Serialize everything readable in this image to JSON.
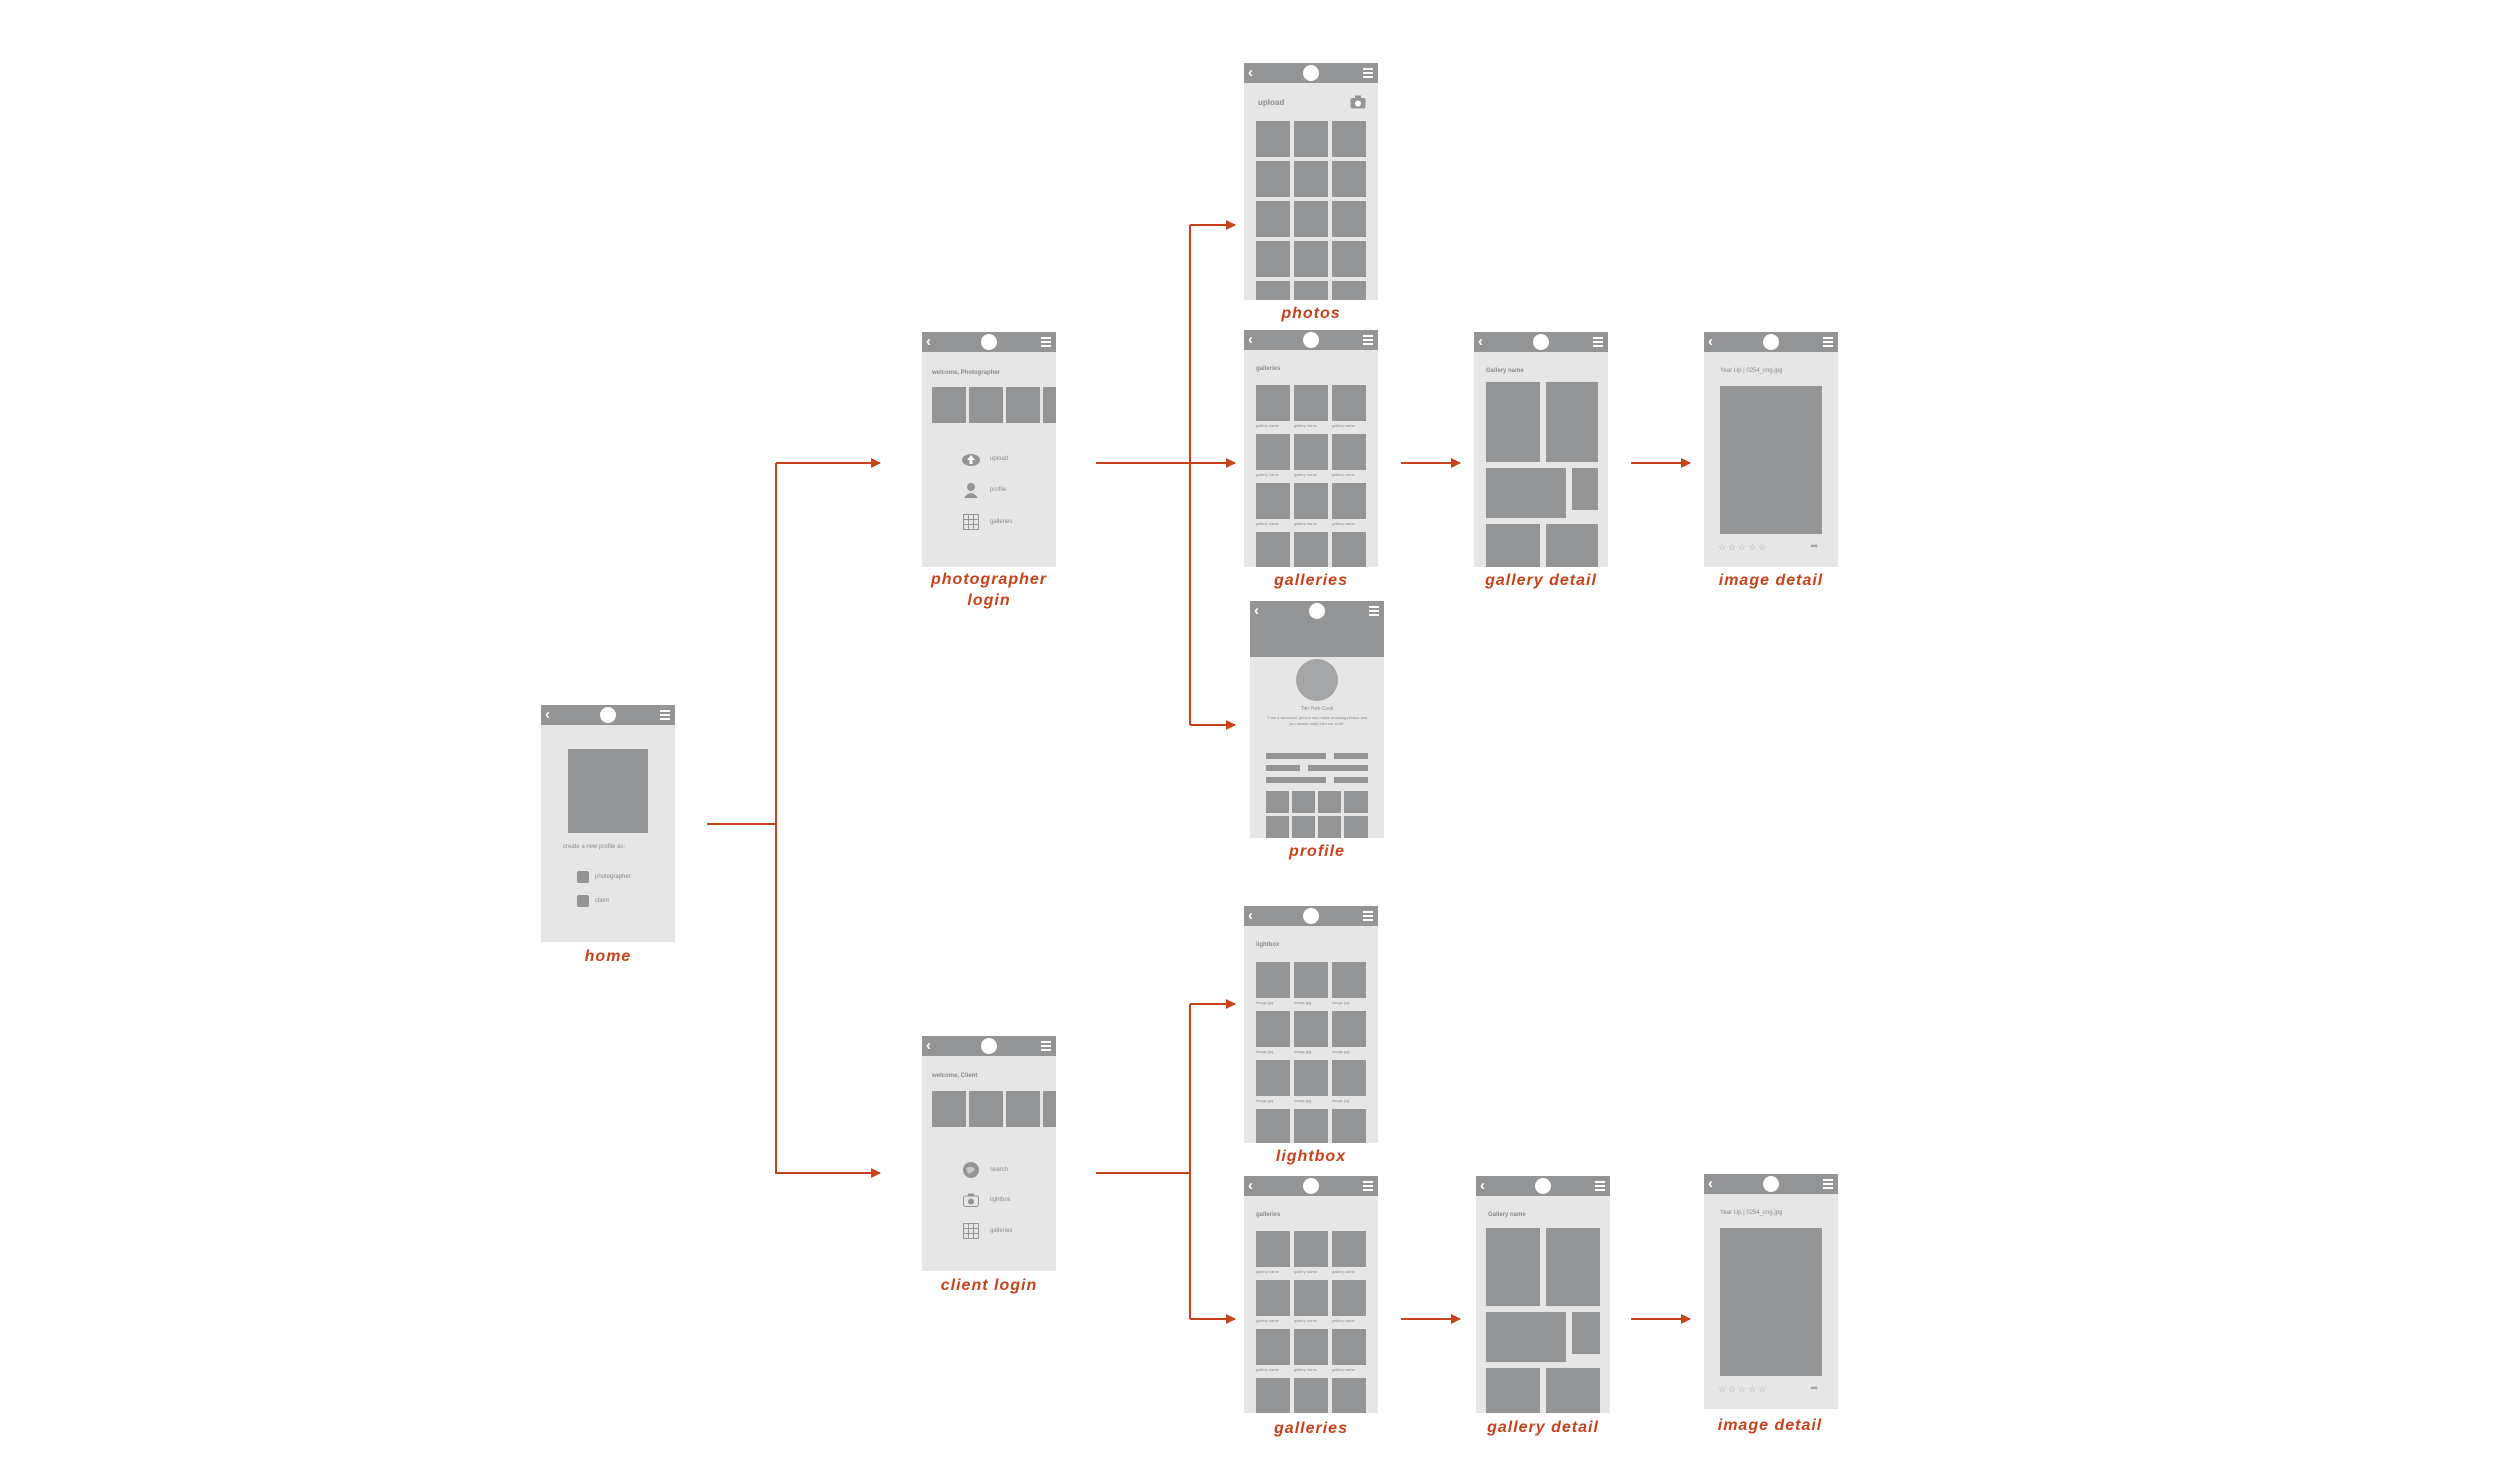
{
  "screens": {
    "home": {
      "label": "home",
      "prompt": "create a new profile as:",
      "options": [
        "photographer",
        "client"
      ]
    },
    "photographer_login": {
      "label_line1": "photographer",
      "label_line2": "login",
      "welcome": "welcome, Photographer",
      "menu": [
        "upload",
        "profile",
        "galleries"
      ]
    },
    "client_login": {
      "label": "client login",
      "welcome": "welcome, Client",
      "menu": [
        "search",
        "lightbox",
        "galleries"
      ]
    },
    "photos": {
      "label": "photos",
      "title": "upload"
    },
    "galleries_top": {
      "label": "galleries",
      "title": "galleries",
      "caption": "gallery name"
    },
    "profile": {
      "label": "profile",
      "name": "Tim York-Cook",
      "quote": "\"I am a awesome person who takes amazing photos and you should really hire me a lot!\""
    },
    "gallery_detail_top": {
      "label": "gallery detail",
      "title": "Gallery name"
    },
    "image_detail_top": {
      "label": "image detail",
      "title": "Year Up | 0254_img.jpg"
    },
    "lightbox": {
      "label": "lightbox",
      "title": "lightbox",
      "caption": "image.jpg"
    },
    "galleries_bottom": {
      "label": "galleries",
      "title": "galleries",
      "caption": "gallery name"
    },
    "gallery_detail_bottom": {
      "label": "gallery detail",
      "title": "Gallery name"
    },
    "image_detail_bottom": {
      "label": "image detail",
      "title": "Year Up | 0254_img.jpg"
    }
  },
  "rating_stars": "☆☆☆☆☆",
  "colors": {
    "accent": "#c8421b",
    "wire_block": "#939496",
    "wire_bg": "#e6e6e7"
  }
}
